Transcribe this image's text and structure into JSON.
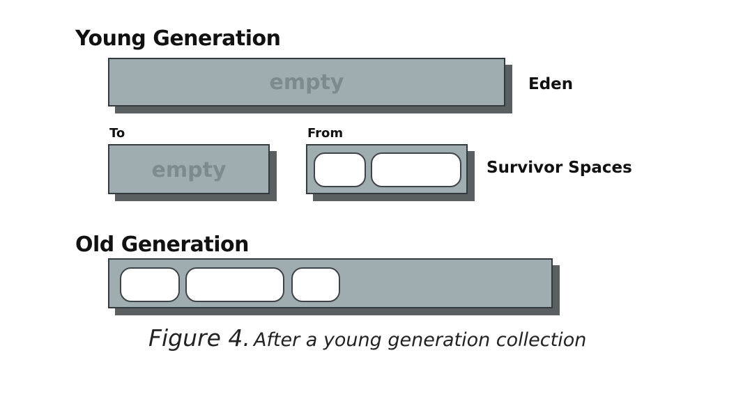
{
  "young_generation": {
    "heading": "Young Generation",
    "eden": {
      "label": "Eden",
      "content": "empty"
    },
    "survivor": {
      "label": "Survivor Spaces",
      "to": {
        "label": "To",
        "content": "empty"
      },
      "from": {
        "label": "From",
        "object_count": 2
      }
    }
  },
  "old_generation": {
    "heading": "Old Generation",
    "object_count": 3
  },
  "caption": {
    "figure": "Figure 4.",
    "text": "After a young generation collection"
  },
  "colors": {
    "space_fill": "#9fadb1",
    "space_border": "#333a3d",
    "shadow": "#5a5f61",
    "object_fill": "#ffffff",
    "empty_text": "#7d8a8e"
  }
}
